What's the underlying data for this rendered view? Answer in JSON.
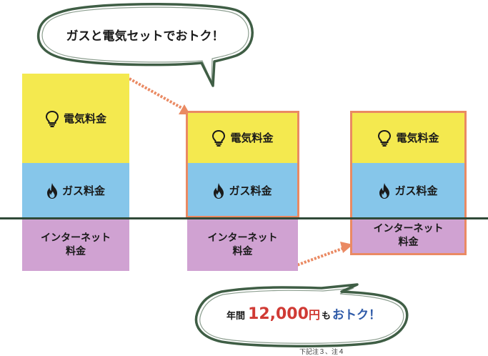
{
  "top_bubble": {
    "text": "ガスと電気セットでおトク！"
  },
  "bottom_bubble": {
    "prefix": "年間",
    "amount": "12,000",
    "yen": "円",
    "mo": "も",
    "otoku": "おトク！"
  },
  "columns": [
    {
      "electricity": "電気料金",
      "gas": "ガス料金",
      "internet_line1": "インターネット",
      "internet_line2": "料金"
    },
    {
      "electricity": "電気料金",
      "gas": "ガス料金",
      "internet_line1": "インターネット",
      "internet_line2": "料金"
    },
    {
      "electricity": "電気料金",
      "gas": "ガス料金",
      "internet_line1": "インターネット",
      "internet_line2": "料金"
    }
  ],
  "footnote": "下記注３、注４",
  "colors": {
    "electricity": "#f4e94f",
    "gas": "#86c6ea",
    "internet": "#d0a2d2",
    "highlight": "#ea8a63",
    "amount": "#d03a34",
    "otoku": "#2e5aa8",
    "bubble_outline": "#3f5e45"
  },
  "icons": {
    "electricity": "lightbulb-icon",
    "gas": "flame-icon"
  }
}
